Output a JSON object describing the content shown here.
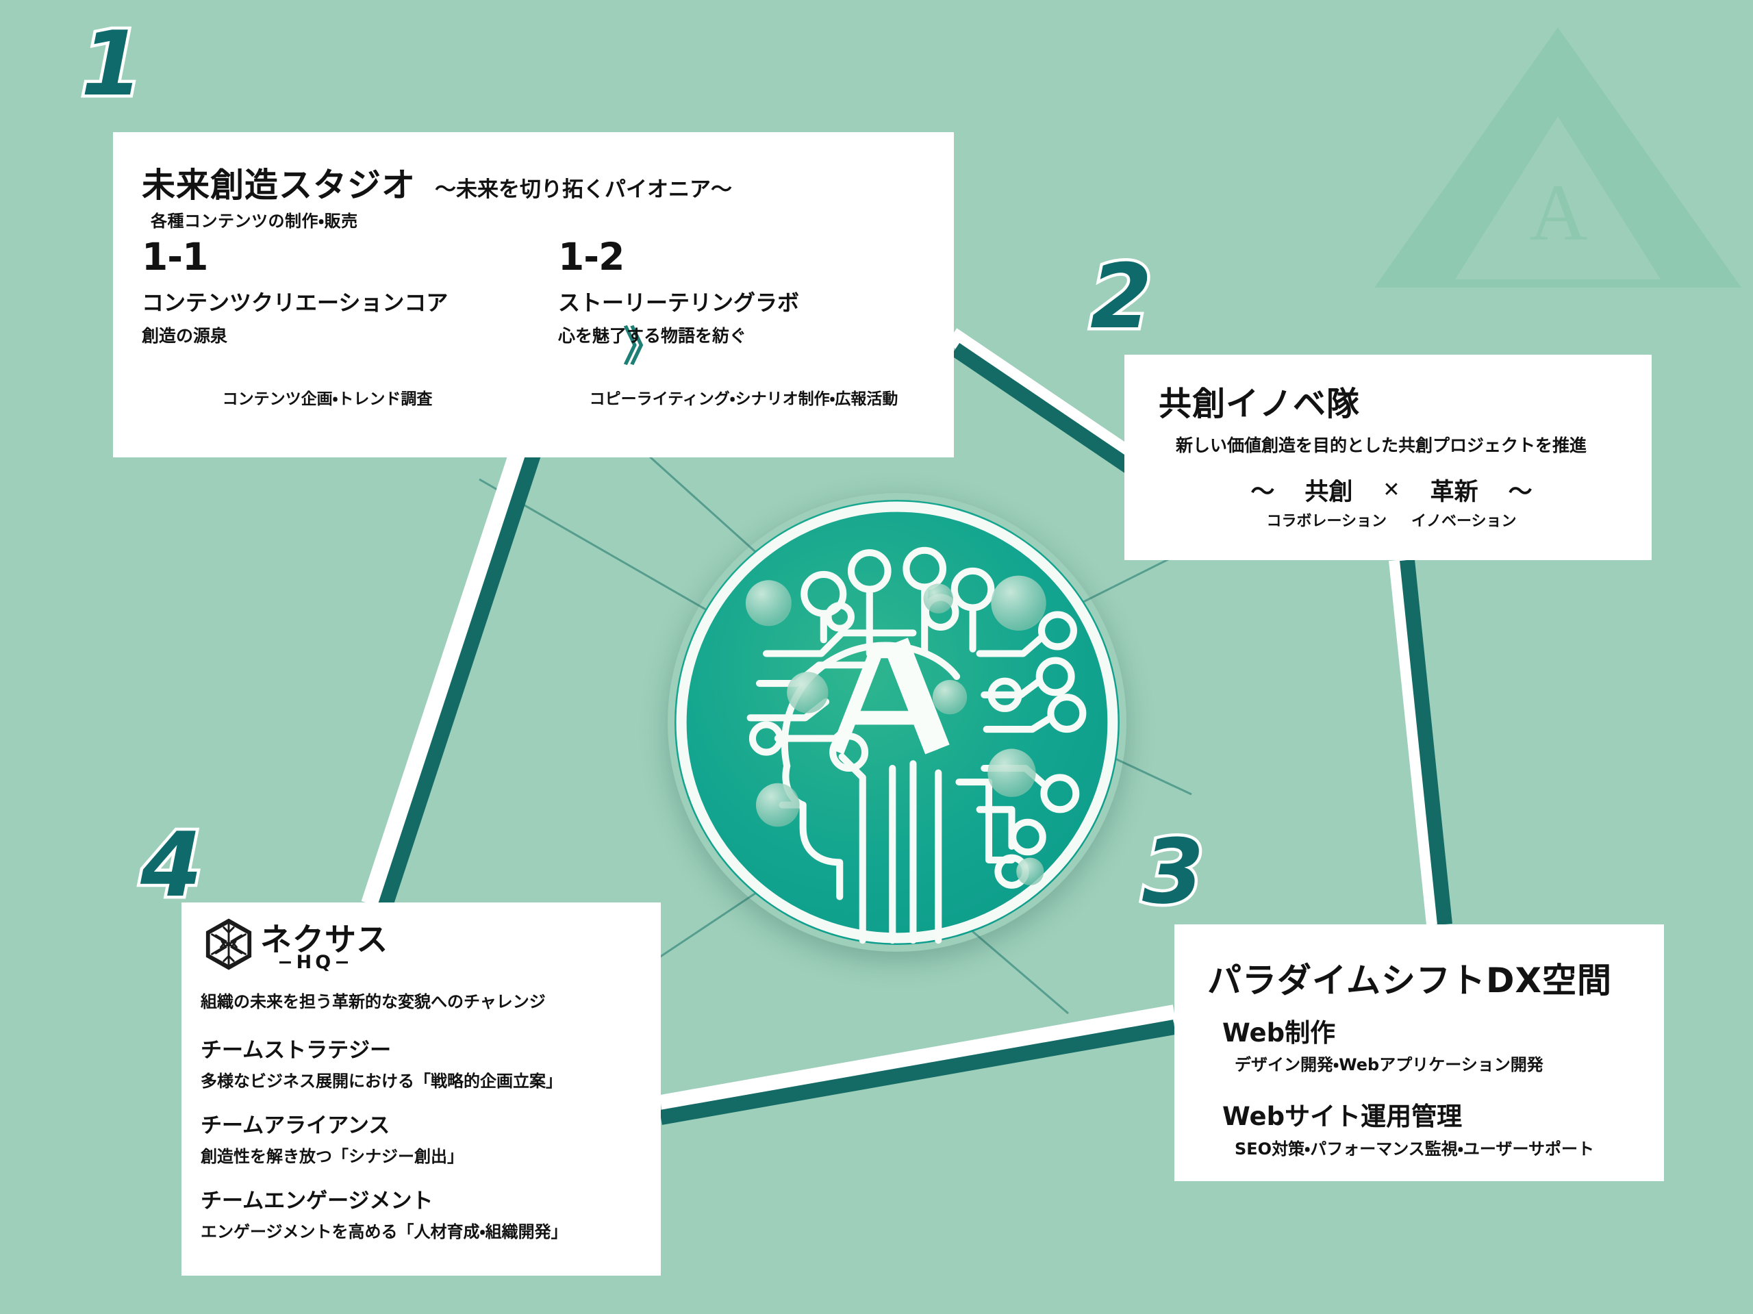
{
  "theme": {
    "background": "#9dcfba",
    "accent_dark_teal": "#146b66",
    "accent_teal": "#1d7f75",
    "card_bg": "#ffffff",
    "text": "#121212",
    "badge_fill": "#0f6b6b",
    "badge_outline": "#ffffff"
  },
  "watermark": {
    "letter": "A",
    "name": "triangle-a-watermark"
  },
  "center_emblem": {
    "name": "ai-brain-circuit-emblem",
    "letters": "AI",
    "description": "human head profile with circuit traces inside a teal circle"
  },
  "badges": {
    "one": "1",
    "two": "2",
    "three": "3",
    "four": "4"
  },
  "card1": {
    "title": "未来創造スタジオ",
    "subtitle": "〜未来を切り拓くパイオニア〜",
    "lead": "各種コンテンツの制作・販売",
    "arrow_icon": "》",
    "items": [
      {
        "number": "1-1",
        "name": "コンテンツクリエーションコア",
        "tagline": "創造の源泉",
        "footer": "コンテンツ企画・トレンド調査"
      },
      {
        "number": "1-2",
        "name": "ストーリーテリングラボ",
        "tagline": "心を魅了する物語を紡ぐ",
        "footer": "コピーライティング・シナリオ制作・広報活動"
      }
    ]
  },
  "card2": {
    "title": "共創イノベ隊",
    "lead": "新しい価値創造を目的とした共創プロジェクトを推進",
    "formula": {
      "left_tilde": "〜",
      "left": "共創",
      "operator": "✕",
      "right": "革新",
      "right_tilde": "〜"
    },
    "formula_sub": {
      "left": "コラボレーション",
      "right": "イノベーション"
    }
  },
  "card3": {
    "title": "パラダイムシフトDX空間",
    "items": [
      {
        "heading": "Web制作",
        "detail": "デザイン開発・Webアプリケーション開発"
      },
      {
        "heading": "Webサイト運用管理",
        "detail": "SEO対策・パフォーマンス監視・ユーザーサポート"
      }
    ]
  },
  "card4": {
    "logo_name": "nexus-hexagon-logo",
    "brand": "ネクサス",
    "brand_sub": "−HQ−",
    "lead": "組織の未来を担う革新的な変貌へのチャレンジ",
    "items": [
      {
        "heading": "チームストラテジー",
        "detail": "多様なビジネス展開における「戦略的企画立案」"
      },
      {
        "heading": "チームアライアンス",
        "detail": "創造性を解き放つ「シナジー創出」"
      },
      {
        "heading": "チームエンゲージメント",
        "detail": "エンゲージメントを高める「人材育成・組織開発」"
      }
    ]
  }
}
